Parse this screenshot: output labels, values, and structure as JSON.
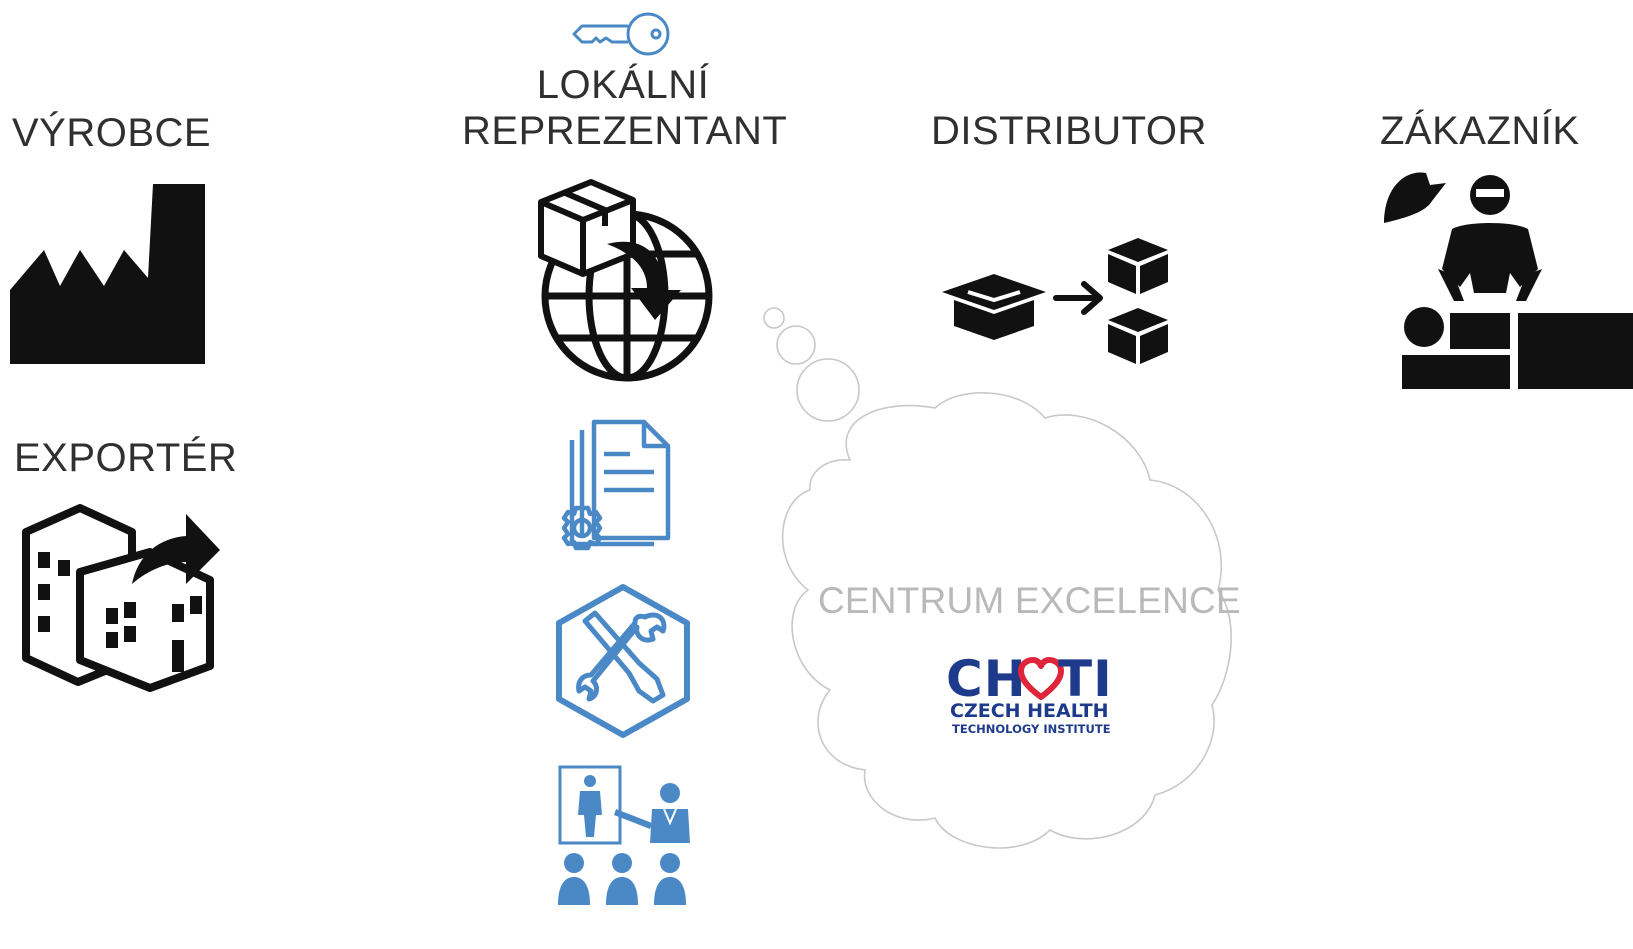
{
  "roles": {
    "manufacturer": "VÝROBCE",
    "exporter": "EXPORTÉR",
    "local_rep_line1": "LOKÁLNÍ",
    "local_rep_line2": "REPREZENTANT",
    "distributor": "DISTRIBUTOR",
    "customer": "ZÁKAZNÍK"
  },
  "cloud": {
    "title": "CENTRUM EXCELENCE",
    "logo_ch": "CH",
    "logo_ti": "TI",
    "logo_line1": "CZECH HEALTH",
    "logo_line2": "TECHNOLOGY INSTITUTE"
  },
  "colors": {
    "label_text": "#303030",
    "icon_black": "#111111",
    "icon_blue": "#4a89c6",
    "logo_navy": "#1e3a8a",
    "logo_red": "#e0243a",
    "cloud_stroke": "#c8c8c8"
  },
  "icons": {
    "manufacturer": "factory-icon",
    "exporter": "export-building-icon",
    "local_rep_key": "key-icon",
    "local_rep_main": "globe-box-icon",
    "documents": "document-settings-icon",
    "service": "tools-hexagon-icon",
    "training": "training-icon",
    "distributor": "box-distribution-icon",
    "customer": "surgeon-patient-icon"
  }
}
